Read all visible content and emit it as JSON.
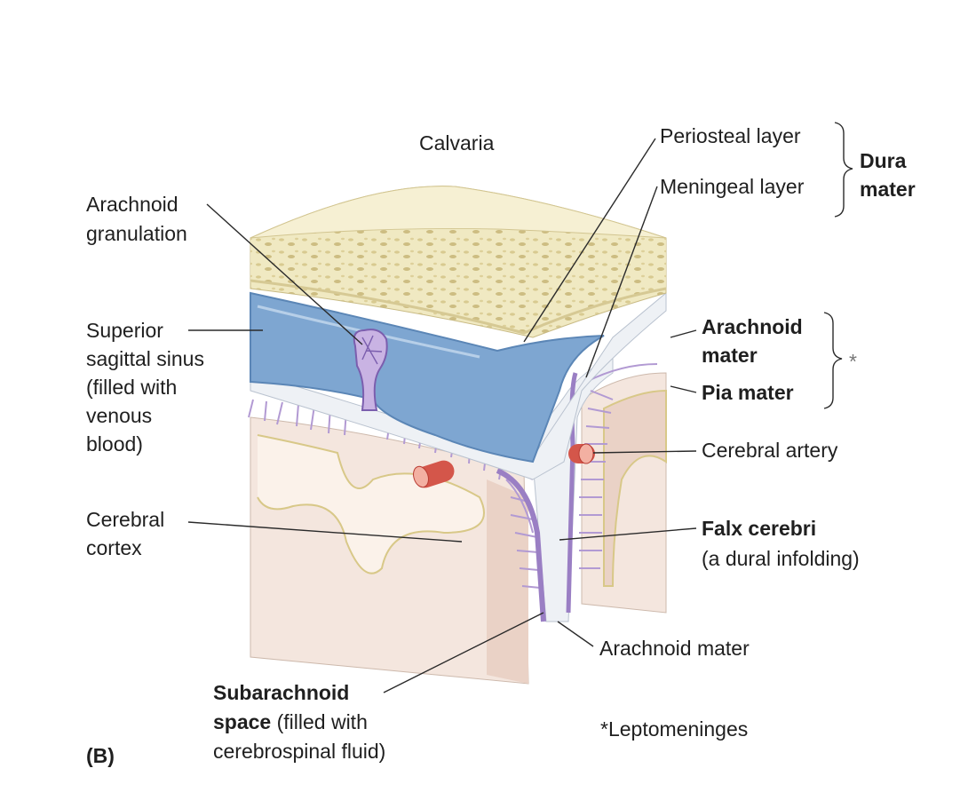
{
  "labels": {
    "calvaria": "Calvaria",
    "periosteal_layer": "Periosteal layer",
    "meningeal_layer": "Meningeal layer",
    "dura_mater": [
      "Dura",
      "mater"
    ],
    "arachnoid_granulation": [
      "Arachnoid",
      "granulation"
    ],
    "superior_sagittal_sinus": [
      "Superior",
      "sagittal sinus",
      "(filled with",
      "venous",
      "blood)"
    ],
    "arachnoid_mater_right": [
      "Arachnoid",
      "mater"
    ],
    "asterisk": "*",
    "pia_mater": "Pia mater",
    "cerebral_artery": "Cerebral artery",
    "cerebral_cortex": [
      "Cerebral",
      "cortex"
    ],
    "falx_cerebri": "Falx cerebri",
    "falx_cerebri_note": "(a dural infolding)",
    "arachnoid_mater_bottom": "Arachnoid mater",
    "subarachnoid_space_bold": [
      "Subarachnoid",
      "space"
    ],
    "subarachnoid_space_rest": [
      " (filled with",
      "cerebrospinal fluid)"
    ],
    "leptomeninges": "*Leptomeninges",
    "panel": "(B)"
  },
  "colors": {
    "bone": "#f1ebc6",
    "bone_spongy": "#e4d8a4",
    "sinus": "#7ea6d1",
    "dura": "#e9edf2",
    "arachnoid": "#b8a3d6",
    "brain": "#f3e4dc",
    "cortex_line": "#d9c98a",
    "artery": "#d4564a"
  }
}
